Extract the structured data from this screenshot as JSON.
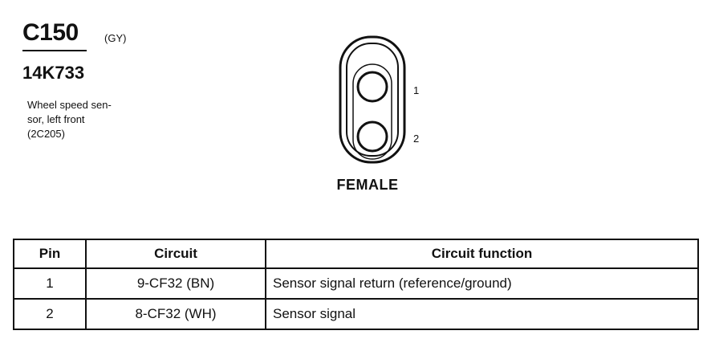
{
  "connector": {
    "id": "C150",
    "color_code": "(GY)",
    "part_number": "14K733",
    "description_lines": [
      "Wheel speed sen-",
      "sor, left front",
      "(2C205)"
    ],
    "pin_labels": [
      "1",
      "2"
    ],
    "gender": "FEMALE"
  },
  "table": {
    "headers": [
      "Pin",
      "Circuit",
      "Circuit function"
    ],
    "rows": [
      {
        "pin": "1",
        "circuit": "9-CF32 (BN)",
        "function": "Sensor signal return (reference/ground)"
      },
      {
        "pin": "2",
        "circuit": "8-CF32 (WH)",
        "function": "Sensor signal"
      }
    ]
  }
}
